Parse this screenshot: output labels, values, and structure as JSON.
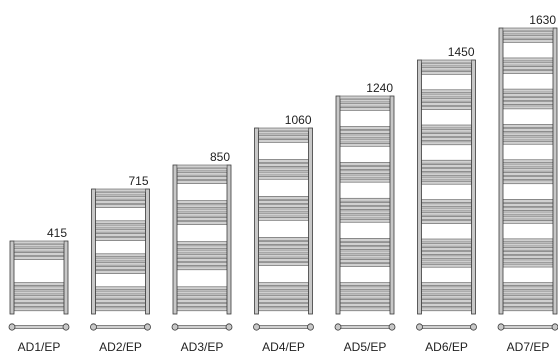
{
  "diagram": {
    "colors": {
      "frame_fill": "#c8c8c8",
      "frame_stroke": "#3a3a3a",
      "bar_fill": "#d0d0d0",
      "bar_stroke": "#5a5a5a",
      "gap_fill": "#ffffff",
      "text": "#222222"
    },
    "models": [
      {
        "name": "AD1/EP",
        "height_mm": "415",
        "height_value": 415,
        "segments": [
          4,
          7
        ]
      },
      {
        "name": "AD2/EP",
        "height_mm": "715",
        "height_value": 715,
        "segments": [
          4,
          5,
          5,
          6
        ]
      },
      {
        "name": "AD3/EP",
        "height_mm": "850",
        "height_value": 850,
        "segments": [
          4,
          6,
          7,
          6
        ]
      },
      {
        "name": "AD4/EP",
        "height_mm": "1060",
        "height_value": 1060,
        "segments": [
          3,
          5,
          6,
          7,
          7
        ]
      },
      {
        "name": "AD5/EP",
        "height_mm": "1240",
        "height_value": 1240,
        "segments": [
          3,
          5,
          5,
          6,
          7,
          7
        ]
      },
      {
        "name": "AD6/EP",
        "height_mm": "1450",
        "height_value": 1450,
        "segments": [
          3,
          5,
          5,
          6,
          6,
          7,
          7
        ]
      },
      {
        "name": "AD7/EP",
        "height_mm": "1630",
        "height_value": 1630,
        "segments": [
          3,
          4,
          5,
          5,
          6,
          6,
          7,
          7
        ]
      }
    ]
  }
}
